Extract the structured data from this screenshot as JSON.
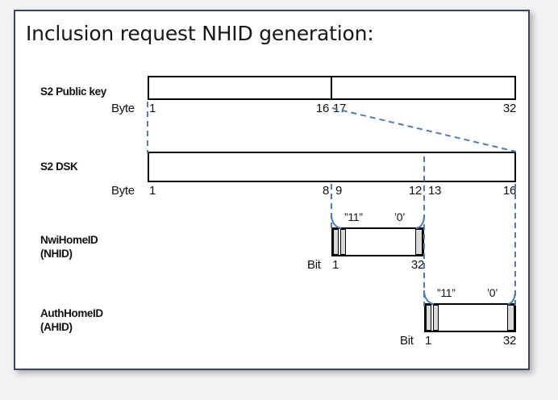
{
  "slide": {
    "title": "Inclusion request NHID generation:",
    "frame_border_color": "#3b4268",
    "background_color": "#f2f2f2",
    "connector_color": "#4a7ebb",
    "cell_fill_color": "#d9d9d9"
  },
  "rows": [
    {
      "key": "pubkey",
      "label_line1": "S2 Public key",
      "label_line2": "",
      "scale_word": "Byte",
      "ticks": [
        "1",
        "16",
        "17",
        "32"
      ],
      "segments": 2
    },
    {
      "key": "dsk",
      "label_line1": "S2 DSK",
      "label_line2": "",
      "scale_word": "Byte",
      "ticks": [
        "1",
        "8",
        "9",
        "12",
        "13",
        "16"
      ],
      "segments": 1
    },
    {
      "key": "nhid",
      "label_line1": "NwiHomeID",
      "label_line2": "(NHID)",
      "scale_word": "Bit",
      "ticks": [
        "1",
        "32"
      ],
      "bit_notes": [
        "”11”",
        "’0’"
      ],
      "segments": 1
    },
    {
      "key": "ahid",
      "label_line1": "AuthHomeID",
      "label_line2": "(AHID)",
      "scale_word": "Bit",
      "ticks": [
        "1",
        "32"
      ],
      "bit_notes": [
        "”11”",
        "’0’"
      ],
      "segments": 1
    }
  ],
  "pubkey_ticks": {
    "start": "1",
    "mid_left": "16",
    "mid_right": "17",
    "end": "32"
  },
  "dsk_ticks": {
    "start": "1",
    "a_left": "8",
    "a_right": "9",
    "b_left": "12",
    "b_right": "13",
    "end": "16"
  },
  "nhid_ticks": {
    "start": "1",
    "end": "32",
    "note_ones": "”11”",
    "note_zero": "’0’"
  },
  "ahid_ticks": {
    "start": "1",
    "end": "32",
    "note_ones": "”11”",
    "note_zero": "’0’"
  },
  "scale_words": {
    "byte": "Byte",
    "bit": "Bit"
  }
}
